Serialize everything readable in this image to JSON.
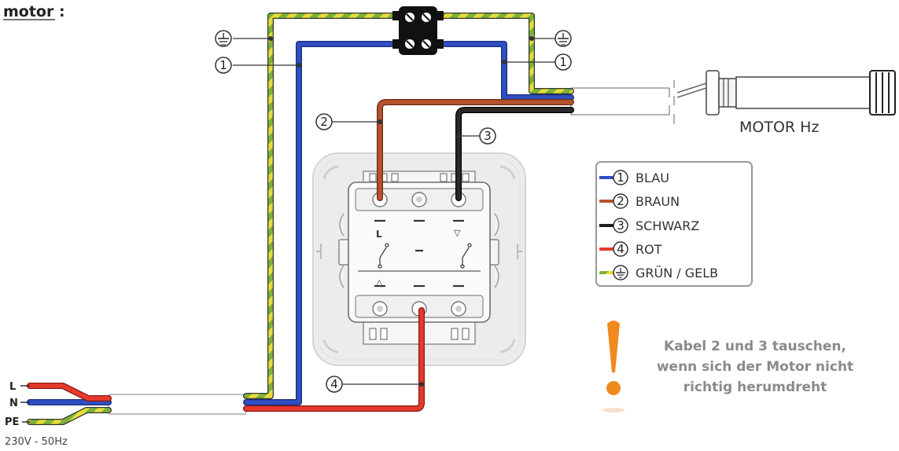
{
  "page": {
    "heading": "motor :"
  },
  "colors": {
    "blau": "#2f4fc2",
    "braun": "#b5532e",
    "schwarz": "#1e1e1e",
    "rot": "#e63a2c",
    "gruen": "#7bb33a",
    "gelb": "#e6dc3a",
    "warning": "#f08a1e"
  },
  "wire_labels": {
    "n1_left": "1",
    "n1_right": "1",
    "n2": "2",
    "n3": "3",
    "n4": "4"
  },
  "motor": {
    "label": "MOTOR Hz"
  },
  "supply": {
    "l_label": "L",
    "n_label": "N",
    "pe_label": "PE",
    "voltage": "230V - 50Hz"
  },
  "switch": {
    "mark_l": "L",
    "mark_down": "▽",
    "mark_up": "△"
  },
  "legend": {
    "items": [
      {
        "num": "1",
        "label": "BLAU"
      },
      {
        "num": "2",
        "label": "BRAUN"
      },
      {
        "num": "3",
        "label": "SCHWARZ"
      },
      {
        "num": "4",
        "label": "ROT"
      },
      {
        "num": "",
        "label": "GRÜN / GELB"
      }
    ]
  },
  "note": {
    "line1": "Kabel 2 und 3 tauschen,",
    "line2": "wenn sich der Motor nicht",
    "line3": "richtig herumdreht"
  }
}
